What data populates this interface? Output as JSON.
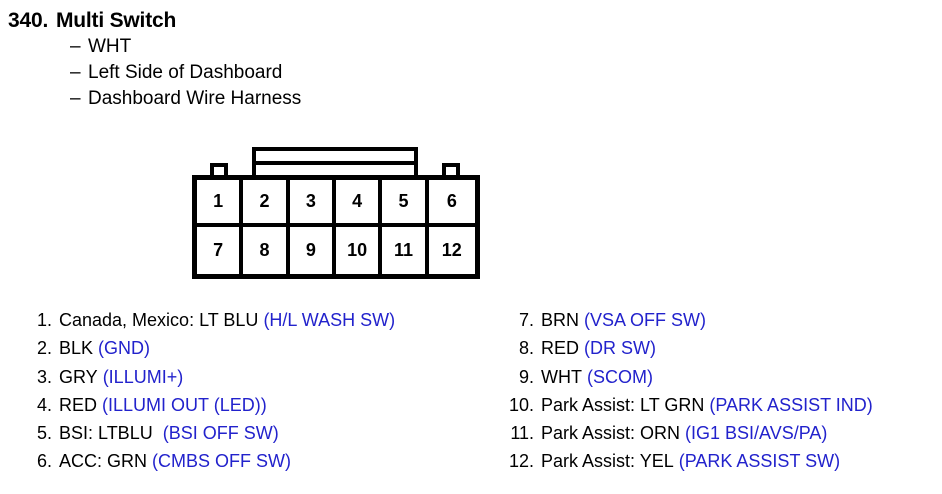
{
  "header": {
    "ref_number": "340.",
    "title": "Multi Switch",
    "dash": "–",
    "sub_lines": [
      "WHT",
      "Left Side of Dashboard",
      "Dashboard Wire Harness"
    ]
  },
  "connector": {
    "name": "12-pin connector",
    "top_row": [
      "1",
      "2",
      "3",
      "4",
      "5",
      "6"
    ],
    "bottom_row": [
      "7",
      "8",
      "9",
      "10",
      "11",
      "12"
    ]
  },
  "colors": {
    "circuit_blue": "#2222cc",
    "text_black": "#000000",
    "background": "#ffffff"
  },
  "pins": {
    "left": [
      {
        "num": "1.",
        "desc": "Canada, Mexico: LT BLU",
        "circuit": "(H/L WASH SW)"
      },
      {
        "num": "2.",
        "desc": "BLK",
        "circuit": "(GND)"
      },
      {
        "num": "3.",
        "desc": "GRY",
        "circuit": "(ILLUMI+)"
      },
      {
        "num": "4.",
        "desc": "RED",
        "circuit": "(ILLUMI OUT (LED))"
      },
      {
        "num": "5.",
        "desc": "BSI: LTBLU",
        "circuit": "(BSI OFF SW)"
      },
      {
        "num": "6.",
        "desc": "ACC: GRN",
        "circuit": "(CMBS OFF SW)"
      }
    ],
    "right": [
      {
        "num": "7.",
        "desc": "BRN",
        "circuit": "(VSA OFF SW)"
      },
      {
        "num": "8.",
        "desc": "RED",
        "circuit": "(DR SW)"
      },
      {
        "num": "9.",
        "desc": "WHT",
        "circuit": "(SCOM)"
      },
      {
        "num": "10.",
        "desc": "Park Assist: LT GRN",
        "circuit": "(PARK ASSIST IND)"
      },
      {
        "num": "11.",
        "desc": "Park Assist: ORN",
        "circuit": "(IG1 BSI/AVS/PA)"
      },
      {
        "num": "12.",
        "desc": "Park Assist: YEL",
        "circuit": "(PARK ASSIST SW)"
      }
    ]
  }
}
